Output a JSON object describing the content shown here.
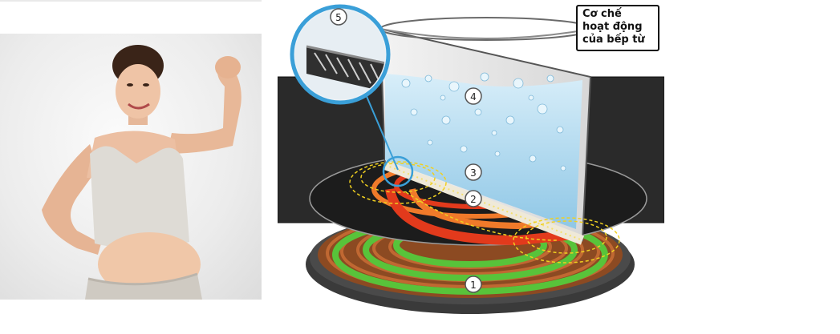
{
  "label_box": {
    "lines": [
      "Cơ chế",
      "hoạt động",
      "của bếp từ"
    ]
  },
  "markers": [
    "1",
    "2",
    "3",
    "4",
    "5"
  ],
  "colors": {
    "stove_surface": "#1e1e1e",
    "copper_coil": "#b05a2a",
    "green_field": "#58c33a",
    "red_ring": "#e23a1c",
    "orange_ring": "#f07a2a",
    "water": "#a9d8ef",
    "field_lines": "#f0d020",
    "magnifier_ring": "#3a9fd8"
  }
}
